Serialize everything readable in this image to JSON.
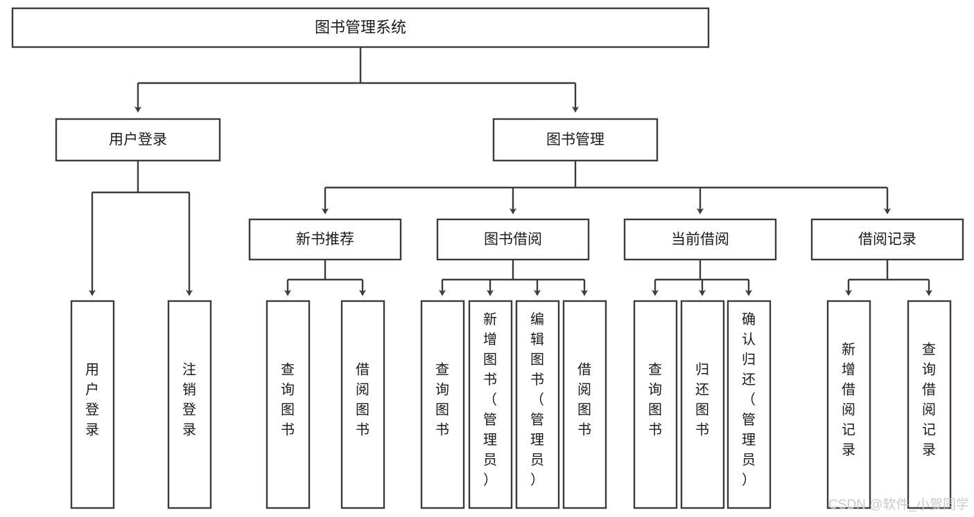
{
  "diagram": {
    "title": "图书管理系统",
    "type": "tree-hierarchy",
    "colors": {
      "stroke": "#3b3b3b",
      "box_fill": "#ffffff",
      "text": "#1a1a1a",
      "background": "#ffffff",
      "watermark": "#c9c9c9"
    },
    "root": {
      "label": "图书管理系统"
    },
    "level1": [
      {
        "label": "用户登录"
      },
      {
        "label": "图书管理"
      }
    ],
    "level2": [
      {
        "label": "新书推荐"
      },
      {
        "label": "图书借阅"
      },
      {
        "label": "当前借阅"
      },
      {
        "label": "借阅记录"
      }
    ],
    "leaves": {
      "user_login": [
        {
          "label": "用户登录"
        },
        {
          "label": "注销登录"
        }
      ],
      "new_book_recommend": [
        {
          "label": "查询图书"
        },
        {
          "label": "借阅图书"
        }
      ],
      "book_borrow": [
        {
          "label": "查询图书"
        },
        {
          "label": "新增图书（管理员）"
        },
        {
          "label": "编辑图书（管理员）"
        },
        {
          "label": "借阅图书"
        }
      ],
      "current_borrow": [
        {
          "label": "查询图书"
        },
        {
          "label": "归还图书"
        },
        {
          "label": "确认归还（管理员）"
        }
      ],
      "borrow_record": [
        {
          "label": "新增借阅记录"
        },
        {
          "label": "查询借阅记录"
        }
      ]
    }
  },
  "watermark": {
    "text": "CSDN @软件_小贺同学"
  }
}
